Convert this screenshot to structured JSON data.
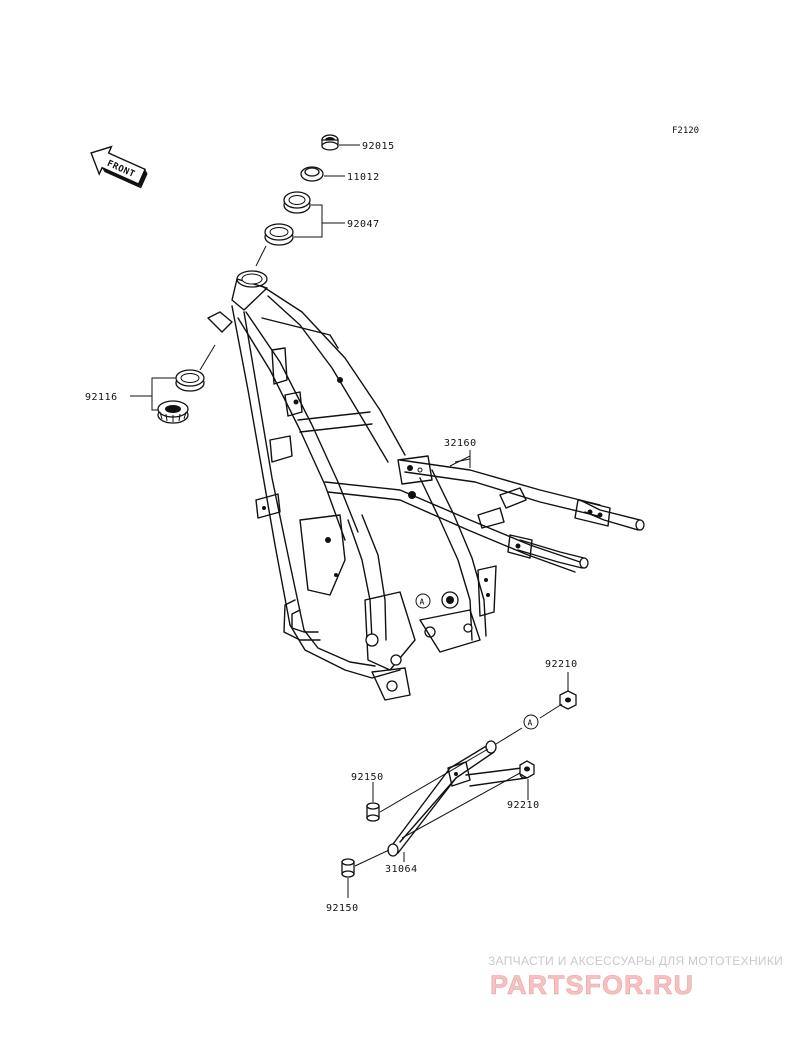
{
  "diagram": {
    "code": "F2120",
    "front_label": "FRONT",
    "callouts": {
      "p92015": "92015",
      "p11012": "11012",
      "p92047": "92047",
      "p92116": "92116",
      "p32160": "32160",
      "p92210_top": "92210",
      "p92210_bottom": "92210",
      "p92150_top": "92150",
      "p92150_bottom": "92150",
      "p31064": "31064"
    },
    "ref_mark": "A"
  },
  "watermark": {
    "tagline": "ЗАПЧАСТИ И АКСЕССУАРЫ ДЛЯ МОТОТЕХНИКИ",
    "logo": "PARTSFOR.RU"
  }
}
